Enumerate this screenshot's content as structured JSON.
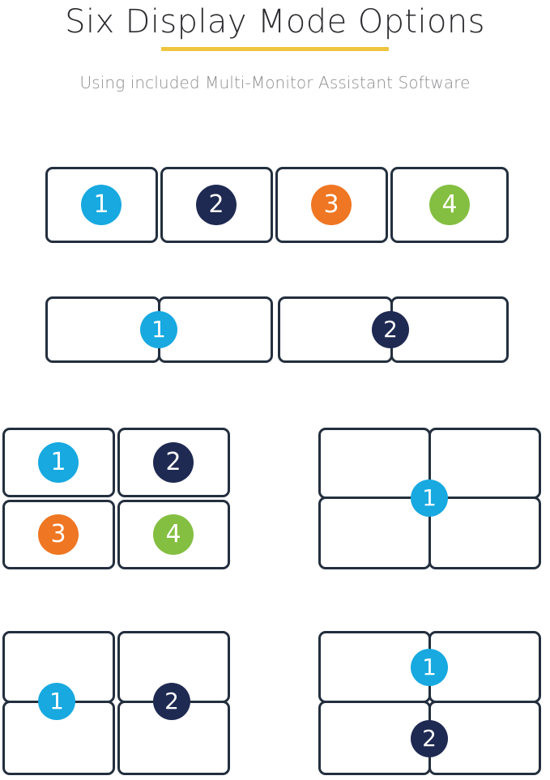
{
  "header": {
    "title": "Six Display Mode Options",
    "subtitle": "Using included Multi-Monitor Assistant Software",
    "accent_color": "#f0c43c",
    "title_color": "#2b2b2f",
    "subtitle_color": "#8d8d90"
  },
  "palette": {
    "blue": "#17a9e0",
    "navy": "#1f2a52",
    "orange": "#ef7622",
    "green": "#84bf41",
    "screen_border": "#232f3e",
    "background": "#ffffff"
  },
  "modes": [
    {
      "name": "four-independent-displays",
      "screens": 4,
      "badges": [
        {
          "label": "1",
          "color": "blue"
        },
        {
          "label": "2",
          "color": "navy"
        },
        {
          "label": "3",
          "color": "orange"
        },
        {
          "label": "4",
          "color": "green"
        }
      ]
    },
    {
      "name": "two-horizontal-spans",
      "screens": 4,
      "badges": [
        {
          "label": "1",
          "color": "blue"
        },
        {
          "label": "2",
          "color": "navy"
        }
      ]
    },
    {
      "name": "grid-four-independent",
      "screens": 4,
      "badges": [
        {
          "label": "1",
          "color": "blue"
        },
        {
          "label": "2",
          "color": "navy"
        },
        {
          "label": "3",
          "color": "orange"
        },
        {
          "label": "4",
          "color": "green"
        }
      ]
    },
    {
      "name": "grid-single-span",
      "screens": 4,
      "badges": [
        {
          "label": "1",
          "color": "blue"
        }
      ]
    },
    {
      "name": "grid-two-vertical-spans",
      "screens": 4,
      "badges": [
        {
          "label": "1",
          "color": "blue"
        },
        {
          "label": "2",
          "color": "navy"
        }
      ]
    },
    {
      "name": "grid-two-horizontal-spans",
      "screens": 4,
      "badges": [
        {
          "label": "1",
          "color": "blue"
        },
        {
          "label": "2",
          "color": "navy"
        }
      ]
    }
  ]
}
